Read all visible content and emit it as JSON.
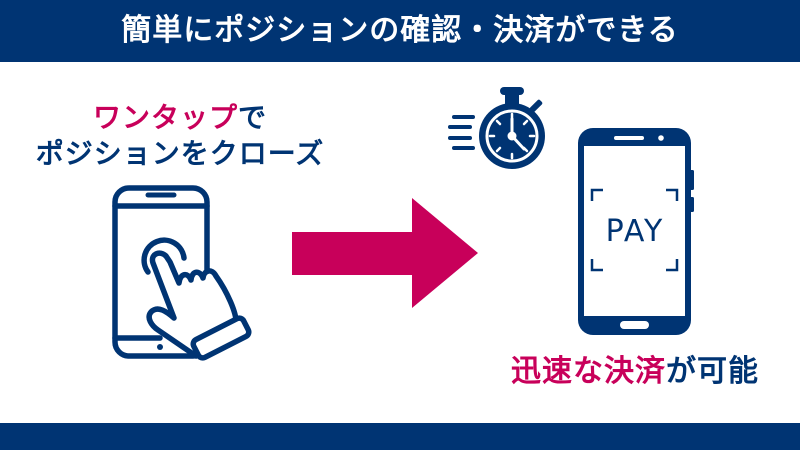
{
  "header": {
    "title": "簡単にポジションの確認・決済ができる"
  },
  "left_panel": {
    "caption_line1_accent": "ワンタップ",
    "caption_line1_rest": "で",
    "caption_line2": "ポジションをクローズ",
    "icon": "smartphone-tap-icon"
  },
  "arrow": {
    "icon": "right-arrow-icon"
  },
  "right_panel": {
    "timer_icon": "stopwatch-icon",
    "phone_icon": "smartphone-pay-icon",
    "phone_screen_text": "PAY",
    "caption_accent": "迅速な決済",
    "caption_rest": "が可能"
  },
  "colors": {
    "navy": "#003473",
    "accent": "#C8005A",
    "background": "#FFFFFF"
  }
}
